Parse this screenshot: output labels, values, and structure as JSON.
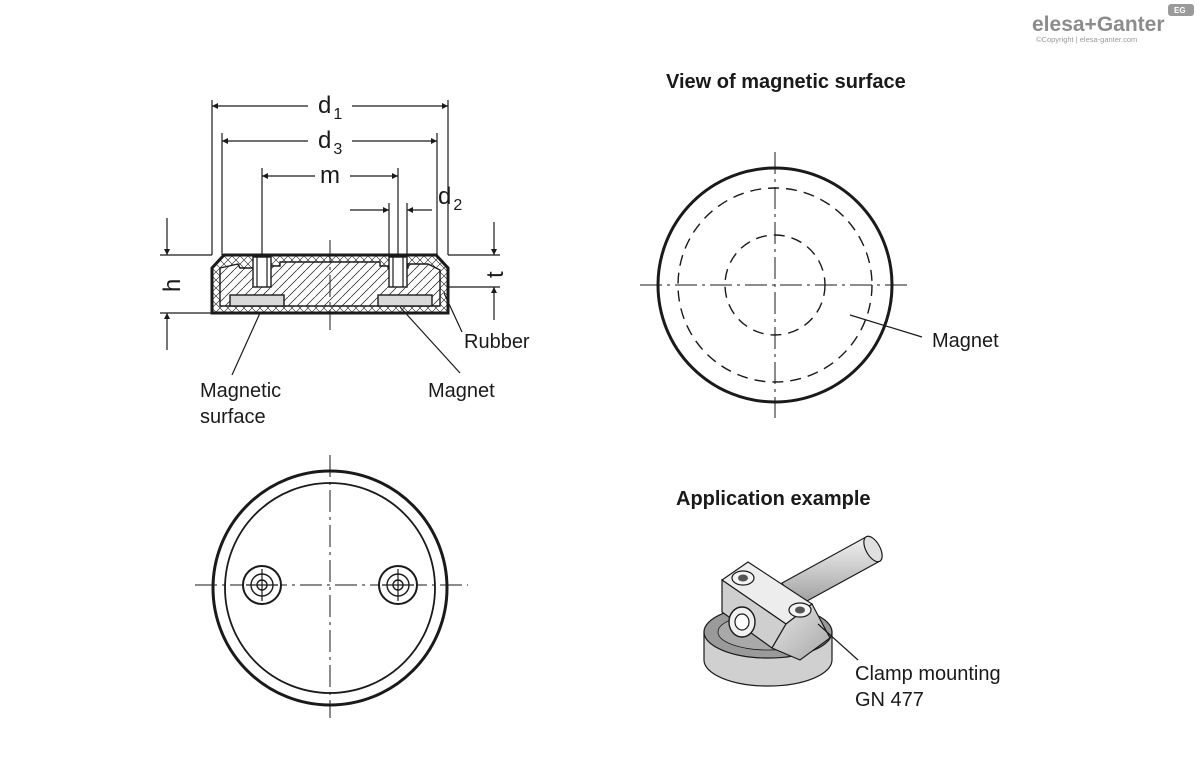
{
  "logo": {
    "brand": "elesa+Ganter",
    "badge": "EG",
    "copyright": "©Copyright | elesa-ganter.com"
  },
  "section_view": {
    "dims": {
      "d1": "d",
      "d1_sub": "1",
      "d3": "d",
      "d3_sub": "3",
      "d2": "d",
      "d2_sub": "2",
      "m": "m",
      "h": "h",
      "t": "t"
    },
    "labels": {
      "rubber": "Rubber",
      "magnetic_surface_1": "Magnetic",
      "magnetic_surface_2": "surface",
      "magnet": "Magnet"
    }
  },
  "magnetic_view": {
    "title": "View of magnetic surface",
    "magnet_label": "Magnet"
  },
  "application": {
    "title": "Application example",
    "label_1": "Clamp mounting",
    "label_2": "GN 477"
  }
}
